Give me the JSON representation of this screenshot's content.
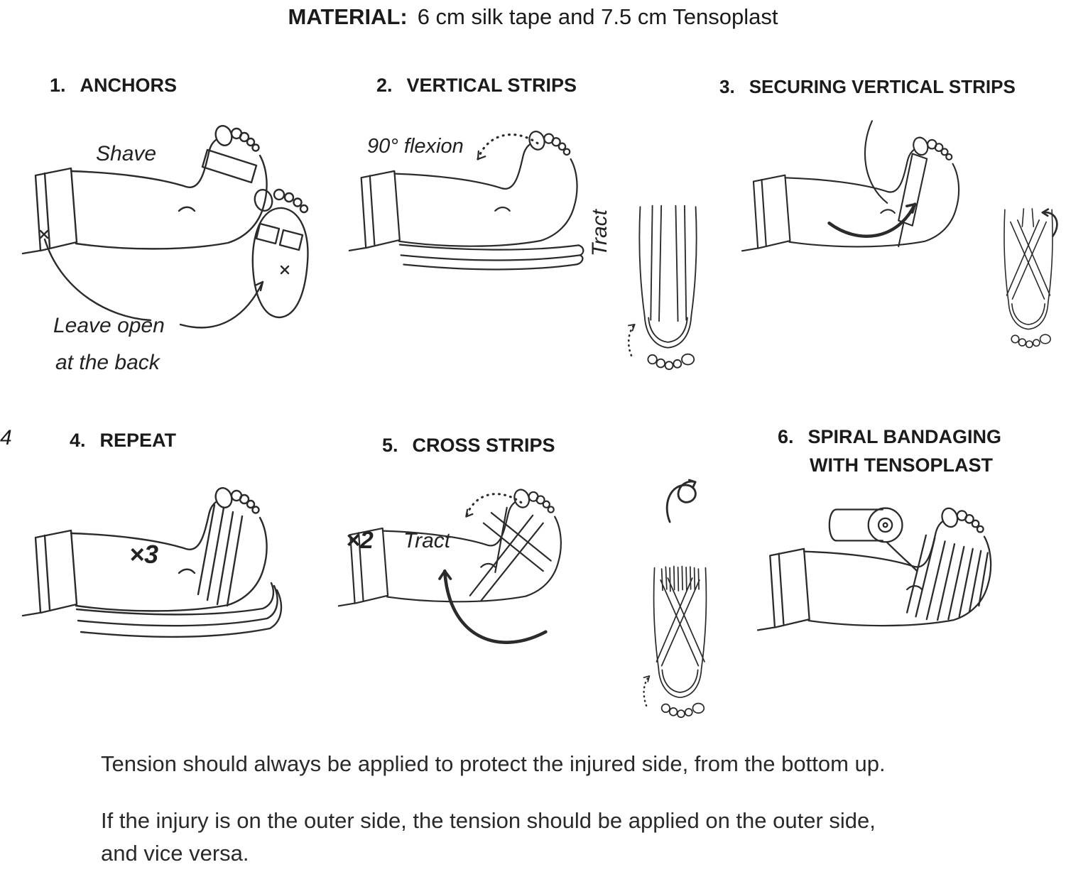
{
  "header": {
    "bold": "MATERIAL:",
    "value": "6 cm silk tape and 7.5 cm Tensoplast"
  },
  "steps": [
    {
      "number": "1.",
      "title": "ANCHORS",
      "labels": {
        "shave": "Shave",
        "leave_open_1": "Leave open",
        "leave_open_2": "at the back"
      }
    },
    {
      "number": "2.",
      "title": "VERTICAL STRIPS",
      "labels": {
        "flexion": "90° flexion",
        "tract": "Tract"
      }
    },
    {
      "number": "3.",
      "title": "SECURING VERTICAL STRIPS",
      "labels": {}
    },
    {
      "number": "4.",
      "title": "REPEAT",
      "labels": {
        "times": "×3"
      }
    },
    {
      "number": "5.",
      "title": "CROSS STRIPS",
      "labels": {
        "times": "×2",
        "tract": "Tract"
      }
    },
    {
      "number": "6.",
      "title": "SPIRAL BANDAGING",
      "title_line2": "WITH TENSOPLAST",
      "labels": {}
    }
  ],
  "footer": {
    "note1": "Tension should always be applied to protect the injured side, from the bottom up.",
    "note2": "If the injury is on the outer side, the tension should be applied on the outer side,",
    "note3": "and vice versa."
  },
  "artifacts": {
    "left_edge_text": "4"
  },
  "colors": {
    "ink": "#2b2b2b",
    "text": "#1b1b1b"
  }
}
